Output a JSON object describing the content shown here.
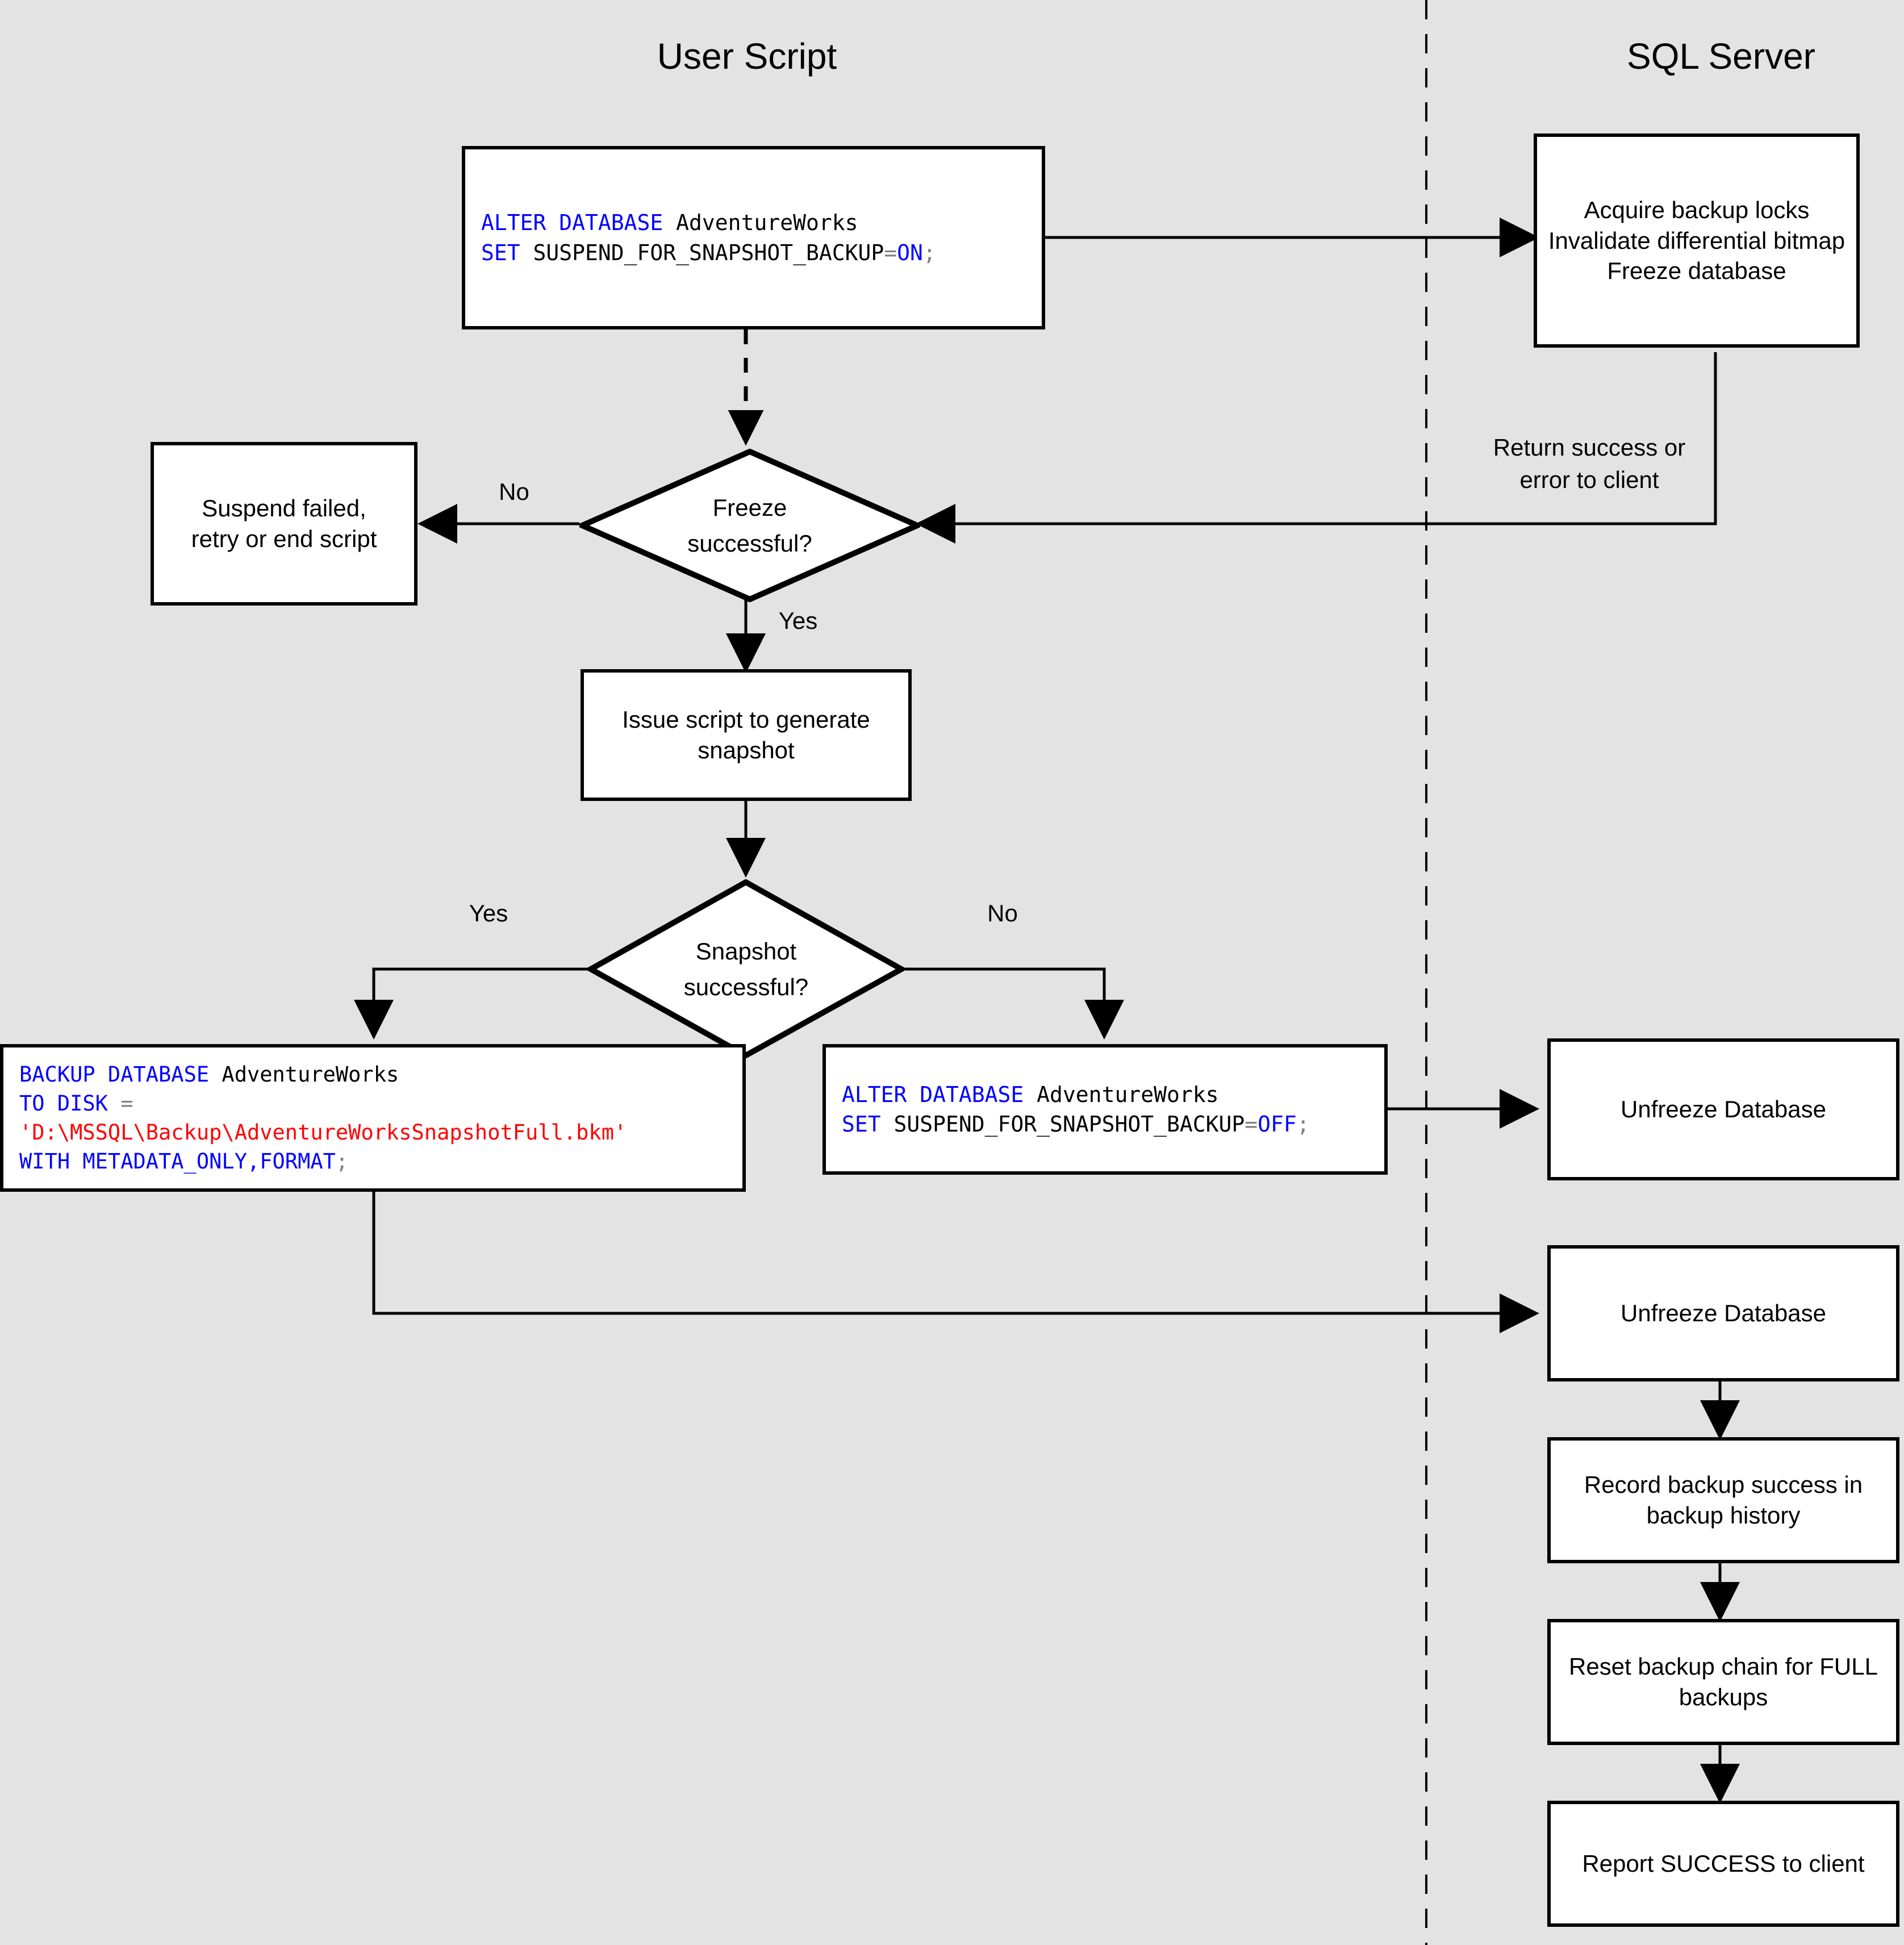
{
  "lanes": {
    "left_title": "User Script",
    "right_title": "SQL Server"
  },
  "nodes": {
    "suspend_on_code": {
      "line1_kw": "ALTER DATABASE",
      "line1_plain": " AdventureWorks",
      "line2_kw": "SET",
      "line2_plain": " SUSPEND_FOR_SNAPSHOT_BACKUP",
      "line2_op": "=",
      "line2_val": "ON",
      "line2_semi": ";"
    },
    "acquire_locks": "Acquire backup locks\nInvalidate differential bitmap\nFreeze database",
    "suspend_failed": "Suspend failed,\nretry or end script",
    "freeze_decision": "Freeze\nsuccessful?",
    "issue_script": "Issue script to generate\nsnapshot",
    "snapshot_decision": "Snapshot\nsuccessful?",
    "backup_code": {
      "line1_kw": "BACKUP DATABASE",
      "line1_plain": " AdventureWorks",
      "line2_kw": "TO DISK",
      "line2_op": " =",
      "line3_str": "'D:\\MSSQL\\Backup\\AdventureWorksSnapshotFull.bkm'",
      "line4_kw": "WITH METADATA_ONLY,FORMAT",
      "line4_semi": ";"
    },
    "suspend_off_code": {
      "line1_kw": "ALTER DATABASE",
      "line1_plain": " AdventureWorks",
      "line2_kw": "SET",
      "line2_plain": " SUSPEND_FOR_SNAPSHOT_BACKUP",
      "line2_op": "=",
      "line2_val": "OFF",
      "line2_semi": ";"
    },
    "unfreeze_1": "Unfreeze Database",
    "unfreeze_2": "Unfreeze Database",
    "record_success": "Record backup success in\nbackup history",
    "reset_chain": "Reset backup chain for FULL\nbackups",
    "report_success": "Report SUCCESS to client"
  },
  "edge_labels": {
    "freeze_no": "No",
    "freeze_yes": "Yes",
    "return_status": "Return success or\nerror to client",
    "snapshot_yes": "Yes",
    "snapshot_no": "No"
  },
  "colors": {
    "background": "#e3e3e3",
    "node_fill": "#ffffff",
    "stroke": "#000000",
    "keyword": "#0000ff",
    "string": "#ff0000",
    "operator": "#808080"
  }
}
